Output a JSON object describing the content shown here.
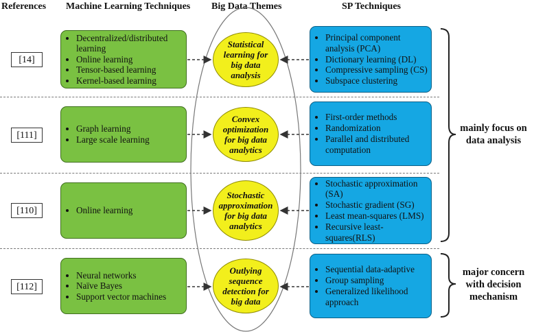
{
  "headers": {
    "references": "References",
    "ml": "Machine Learning Techniques",
    "themes": "Big Data Themes",
    "sp": "SP Techniques"
  },
  "rows": [
    {
      "reference": "[14]",
      "ml": [
        "Decentralized/distributed learning",
        "Online learning",
        "Tensor-based learning",
        "Kernel-based learning"
      ],
      "theme": "Statistical learning for big data analysis",
      "sp": [
        "Principal  component analysis (PCA)",
        "Dictionary learning (DL)",
        " Compressive sampling (CS)",
        "Subspace clustering"
      ]
    },
    {
      "reference": "[111]",
      "ml": [
        "Graph learning",
        "Large scale learning"
      ],
      "theme": "Convex optimization for big data analytics",
      "sp": [
        "First-order methods",
        "Randomization",
        "Parallel and distributed computation"
      ]
    },
    {
      "reference": "[110]",
      "ml": [
        "Online learning"
      ],
      "theme": "Stochastic approximation for big data analytics",
      "sp": [
        "Stochastic approximation (SA)",
        "Stochastic gradient (SG)",
        "Least mean-squares (LMS)",
        "Recursive least-squares(RLS)"
      ]
    },
    {
      "reference": "[112]",
      "ml": [
        "Neural networks",
        "Naïve Bayes",
        "Support vector machines"
      ],
      "theme": "Outlying sequence detection for big data",
      "sp": [
        "Sequential data-adaptive",
        "Group sampling",
        "Generalized likelihood approach"
      ]
    }
  ],
  "brackets": {
    "analysis": "mainly focus on data analysis",
    "decision": "major concern with decision mechanism"
  },
  "colors": {
    "ml_box": "#7ac142",
    "sp_box": "#15a7e3",
    "theme_ellipse": "#f2ef1c"
  }
}
